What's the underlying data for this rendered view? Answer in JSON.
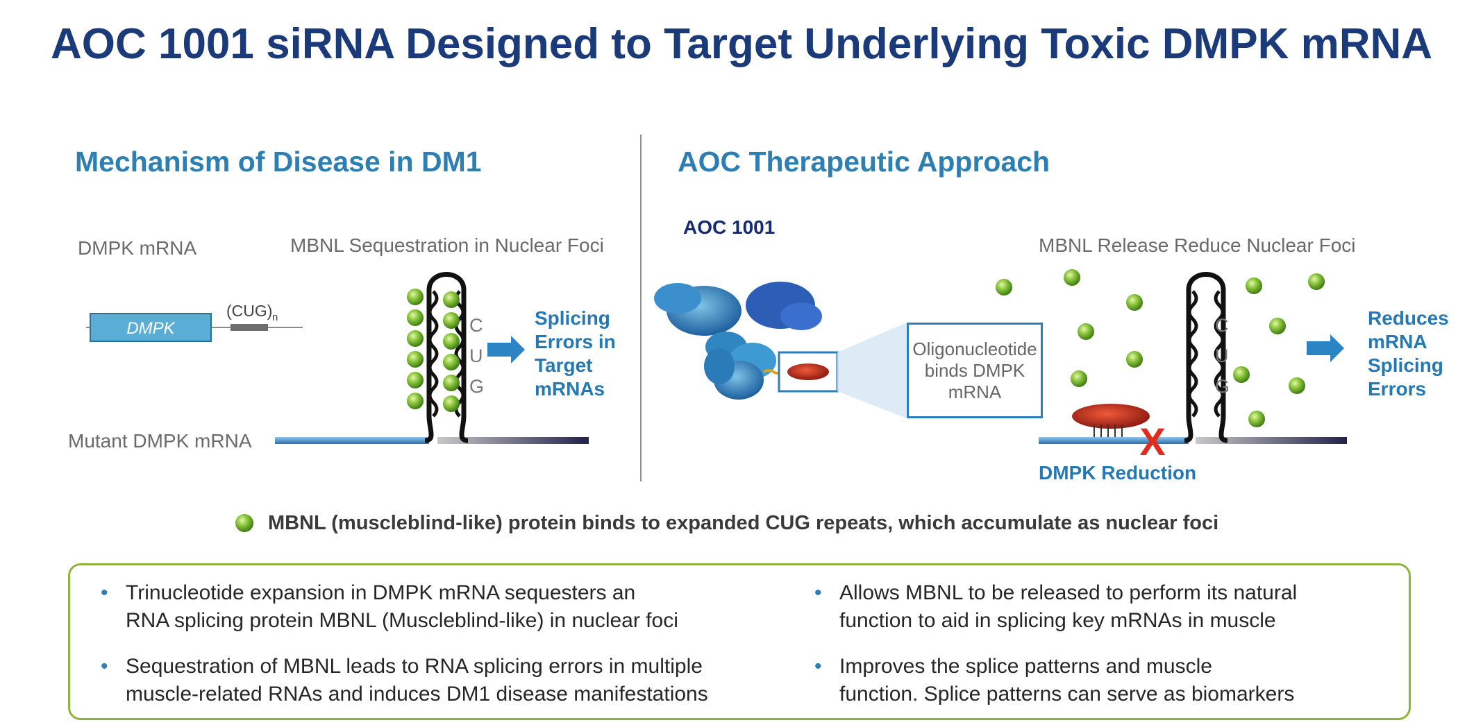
{
  "title": "AOC 1001 siRNA Designed to Target Underlying Toxic DMPK mRNA",
  "left_panel": {
    "heading": "Mechanism of Disease in DM1",
    "dmpk_mrna_label": "DMPK mRNA",
    "dmpk_box_label": "DMPK",
    "cug_label": "(CUG)",
    "cug_subscript": "n",
    "sequestration_label": "MBNL Sequestration in Nuclear Foci",
    "mutant_label": "Mutant DMPK mRNA",
    "cug_letters": [
      "C",
      "U",
      "G"
    ],
    "callout": [
      "Splicing",
      "Errors in",
      "Target",
      "mRNAs"
    ]
  },
  "right_panel": {
    "heading": "AOC Therapeutic Approach",
    "aoc_label": "AOC 1001",
    "oligo_text": [
      "Oligonucleotide",
      "binds DMPK",
      "mRNA"
    ],
    "release_label": "MBNL Release Reduce Nuclear Foci",
    "cug_letters": [
      "C",
      "U",
      "G"
    ],
    "callout": [
      "Reduces",
      "mRNA",
      "Splicing",
      "Errors"
    ],
    "reduction_label": "DMPK Reduction",
    "reduction_mark": "X"
  },
  "legend": {
    "text": "MBNL (muscleblind-like) protein binds to expanded CUG repeats, which accumulate as nuclear foci"
  },
  "summary": {
    "left": [
      [
        "Trinucleotide expansion in DMPK mRNA sequesters an",
        "RNA splicing protein MBNL (Muscleblind-like) in nuclear foci"
      ],
      [
        "Sequestration of MBNL leads to RNA splicing errors in multiple",
        "muscle-related RNAs and induces DM1 disease manifestations"
      ]
    ],
    "right": [
      [
        "Allows MBNL to be released to perform its natural",
        "function to aid in splicing key mRNAs in muscle"
      ],
      [
        "Improves the splice patterns and muscle",
        "function.  Splice patterns can serve as biomarkers"
      ]
    ]
  },
  "colors": {
    "title": "#1b3a7a",
    "heading": "#2b7fb3",
    "mbnl_green": "#8cc63f",
    "border_green": "#8ab43a",
    "x_red": "#e32b1d"
  }
}
